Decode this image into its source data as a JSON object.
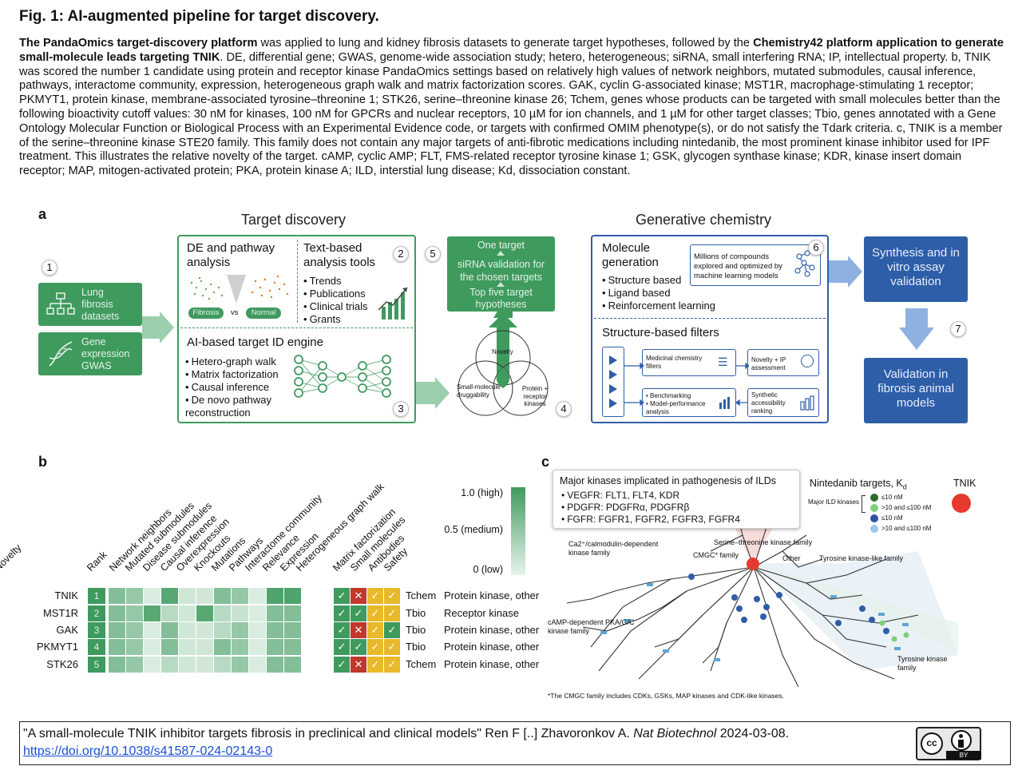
{
  "figure": {
    "title": "Fig. 1: AI-augmented pipeline for target discovery.",
    "caption_bold_1": "The PandaOmics target-discovery platform",
    "caption_text_1": " was applied to lung and kidney fibrosis datasets to generate target hypotheses, followed by the ",
    "caption_bold_2": "Chemistry42 platform application to generate small-molecule leads targeting TNIK",
    "caption_text_2": ". DE, differential gene; GWAS, genome-wide association study; hetero, heterogeneous; siRNA, small interfering RNA; IP, intellectual property. b, TNIK was scored the number 1 candidate using protein and receptor kinase PandaOmics settings based on relatively high values of network neighbors, mutated submodules, causal inference, pathways, interactome community, expression, heterogeneous graph walk and matrix factorization scores. GAK, cyclin G-associated kinase; MST1R, macrophage-stimulating 1 receptor; PKMYT1, protein kinase, membrane-associated tyrosine–threonine 1; STK26, serine–threonine kinase 26; Tchem, genes whose products can be targeted with small molecules better than the following bioactivity cutoff values: 30 nM for kinases, 100 nM for GPCRs and nuclear receptors, 10 µM for ion channels, and 1 µM for other target classes; Tbio, genes annotated with a Gene Ontology Molecular Function or Biological Process with an Experimental Evidence code, or targets with confirmed OMIM phenotype(s), or do not satisfy the Tdark criteria. c, TNIK is a member of the serine–threonine kinase STE20 family. This family does not contain any major targets of anti-fibrotic medications including nintedanib, the most prominent kinase inhibitor used for IPF treatment. This illustrates the relative novelty of the target. cAMP, cyclic AMP; FLT, FMS-related receptor tyrosine kinase 1; GSK, glycogen synthase kinase; KDR, kinase insert domain receptor; MAP, mitogen-activated protein; PKA, protein kinase A; ILD, interstial lung disease; Kd, dissociation constant."
  },
  "panel_a": {
    "letter": "a",
    "target_discovery_title": "Target discovery",
    "generative_chemistry_title": "Generative chemistry",
    "num1": "1",
    "num2": "2",
    "num3": "3",
    "num4": "4",
    "num5": "5",
    "num6": "6",
    "num7": "7",
    "lung_box": "Lung fibrosis datasets",
    "gene_box": "Gene expression GWAS",
    "de_title": "DE and pathway analysis",
    "fibrosis_label": "Fibrosis",
    "vs_label": "vs",
    "normal_label": "Normal",
    "text_tools_title": "Text-based analysis tools",
    "text_tools_items": [
      "Trends",
      "Publications",
      "Clinical trials",
      "Grants"
    ],
    "engine_title": "AI-based target ID engine",
    "engine_items": [
      "Hetero-graph walk",
      "Matrix factorization",
      "Causal inference",
      "De novo pathway reconstruction"
    ],
    "one_target": "One target",
    "sirna": "siRNA validation for the chosen targets",
    "top_five": "Top five target hypotheses",
    "venn_novelty": "Novelty",
    "venn_small": "Small-molecule druggability",
    "venn_protein": "Protein + receptor kinases",
    "molecule_gen_title": "Molecule generation",
    "molecule_gen_items": [
      "Structure based",
      "Ligand based",
      "Reinforcement learning"
    ],
    "millions_text": "Millions of compounds explored and optimized by machine learning models",
    "filters_title": "Structure-based filters",
    "filter_medicinal": "Medicinal chemistry filters",
    "filter_novelty": "Novelty + IP assessment",
    "filter_benchmark_1": "Benchmarking",
    "filter_benchmark_2": "Model-performance analysis",
    "filter_synthetic": "Synthetic accessibility ranking",
    "synthesis_box": "Synthesis and in vitro assay validation",
    "validation_box": "Validation in fibrosis animal models"
  },
  "panel_b": {
    "letter": "b",
    "columns": [
      "Rank",
      "Network neighbors",
      "Mutated submodules",
      "Disease submodules",
      "Causal inference",
      "Overexpression",
      "Knockouts",
      "Mutations",
      "Pathways",
      "Interactome community",
      "Relevance",
      "Expression",
      "Heterogeneous graph walk",
      "Matrix factorization",
      "Small molecules",
      "Antibodies",
      "Safety",
      "Novelty"
    ],
    "legend_high": "1.0 (high)",
    "legend_medium": "0.5 (medium)",
    "legend_low": "0 (low)",
    "rows": [
      {
        "gene": "TNIK",
        "rank": "1",
        "tdl": "Tchem",
        "family": "Protein kinase, other",
        "scores": [
          0.6,
          0.5,
          0.1,
          0.85,
          0.15,
          0.15,
          0.6,
          0.5,
          0.1,
          0.9,
          0.9
        ],
        "checks": [
          "g",
          "r",
          "y",
          "y"
        ]
      },
      {
        "gene": "MST1R",
        "rank": "2",
        "tdl": "Tbio",
        "family": "Receptor kinase",
        "scores": [
          0.6,
          0.5,
          0.85,
          0.3,
          0.15,
          0.85,
          0.3,
          0.2,
          0.1,
          0.6,
          0.6
        ],
        "checks": [
          "g",
          "g",
          "y",
          "y"
        ]
      },
      {
        "gene": "GAK",
        "rank": "3",
        "tdl": "Tbio",
        "family": "Protein kinase, other",
        "scores": [
          0.6,
          0.5,
          0.1,
          0.6,
          0.15,
          0.15,
          0.3,
          0.5,
          0.1,
          0.6,
          0.6
        ],
        "checks": [
          "g",
          "r",
          "y",
          "g"
        ]
      },
      {
        "gene": "PKMYT1",
        "rank": "4",
        "tdl": "Tbio",
        "family": "Protein kinase, other",
        "scores": [
          0.6,
          0.5,
          0.1,
          0.6,
          0.15,
          0.15,
          0.6,
          0.5,
          0.1,
          0.6,
          0.6
        ],
        "checks": [
          "g",
          "g",
          "y",
          "y"
        ]
      },
      {
        "gene": "STK26",
        "rank": "5",
        "tdl": "Tchem",
        "family": "Protein kinase, other",
        "scores": [
          0.6,
          0.5,
          0.1,
          0.3,
          0.15,
          0.15,
          0.3,
          0.5,
          0.1,
          0.6,
          0.6
        ],
        "checks": [
          "g",
          "r",
          "y",
          "y"
        ]
      }
    ]
  },
  "panel_c": {
    "letter": "c",
    "kinases_title": "Major kinases implicated in pathogenesis of ILDs",
    "kinases_items": [
      "VEGFR: FLT1, FLT4, KDR",
      "PDGFR: PDGFRα, PDGFRβ",
      "FGFR: FGFR1, FGFR2, FGFR3, FGFR4"
    ],
    "nintedanib_title": "Nintedanib targets, K",
    "nintedanib_sub": "d",
    "major_ild": "Major ILD kinases",
    "legend_items": [
      "≤10 nM",
      ">10 and ≤100 nM",
      "≤10 nM",
      ">10 and ≤100 nM"
    ],
    "tnik_label": "TNIK",
    "family_ca": "Ca2⁺/calmodulin-dependent kinase family",
    "family_ste": "Serine–threonine kinase family",
    "family_cmgc": "CMGC* family",
    "family_other": "Other",
    "family_tkl": "Tyrosine kinase-like family",
    "family_camp": "cAMP-dependent PKA/G/C kinase family",
    "family_tk": "Tyrosine kinase family",
    "footnote": "*The CMGC family includes CDKs, GSKs, MAP kinases and CDK-like kinases."
  },
  "citation": {
    "text_1": "\"A small-molecule TNIK inhibitor targets fibrosis in preclinical and clinical models\" Ren F [..] Zhavoronkov A. ",
    "journal": "Nat Biotechnol",
    "text_2": " 2024-03-08.",
    "doi": "https://doi.org/10.1038/s41587-024-02143-0",
    "license_by": "BY"
  }
}
